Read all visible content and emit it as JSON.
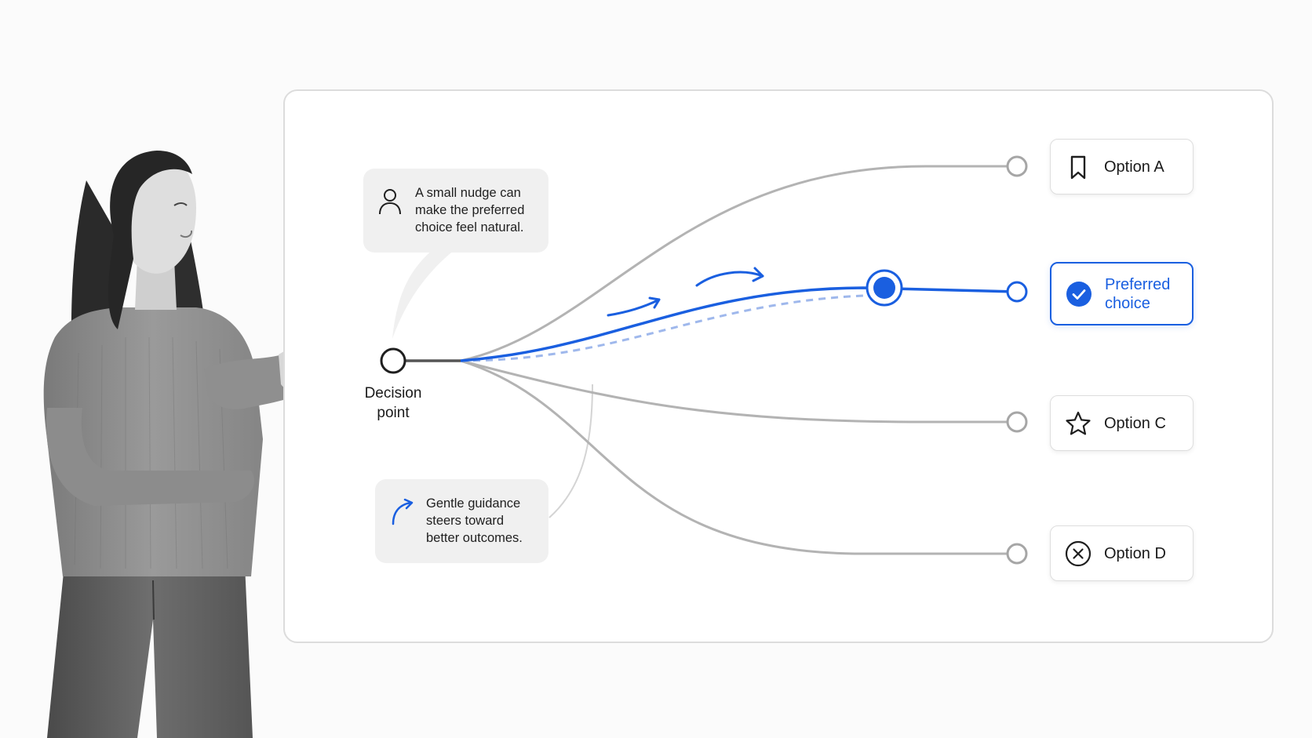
{
  "colors": {
    "accent": "#1a5fe0",
    "path_gray": "#b3b3b3",
    "node_gray": "#a6a6a6",
    "callout_bg": "#f0f0f0"
  },
  "callouts": {
    "top": {
      "icon": "person-icon",
      "text": "A small nudge can\nmake the preferred\nchoice feel natural."
    },
    "bottom": {
      "icon": "curved-arrow-icon",
      "text": "Gentle guidance\nsteers toward\nbetter outcomes."
    }
  },
  "decision_point": {
    "label": "Decision\npoint"
  },
  "options": [
    {
      "label": "Option A",
      "icon": "bookmark-icon",
      "preferred": false
    },
    {
      "label": "Preferred\nchoice",
      "icon": "check-circle-icon",
      "preferred": true
    },
    {
      "label": "Option C",
      "icon": "star-icon",
      "preferred": false
    },
    {
      "label": "Option D",
      "icon": "x-circle-icon",
      "preferred": false
    }
  ]
}
